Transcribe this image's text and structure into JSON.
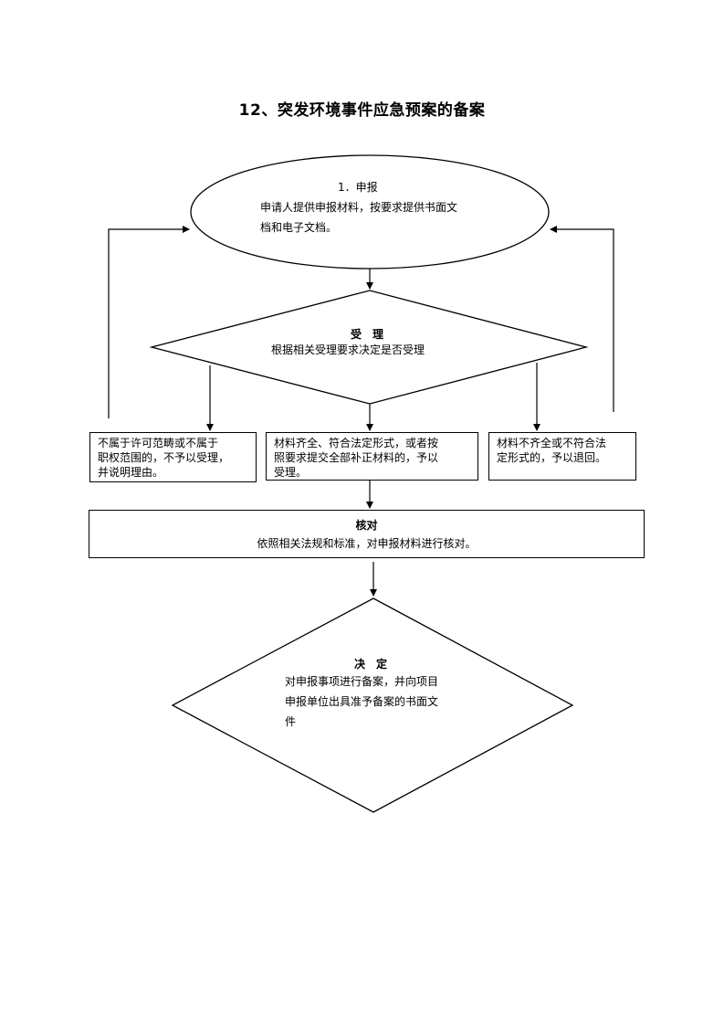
{
  "title": "12、突发环境事件应急预案的备案",
  "apply": {
    "heading": "1．申报",
    "line1": "申请人提供申报材料，按要求提供书面文",
    "line2": "档和电子文档。"
  },
  "accept": {
    "heading": "受　理",
    "text": "根据相关受理要求决定是否受理"
  },
  "reject_box": {
    "line1": "不属于许可范畴或不属于",
    "line2": "职权范围的，不予以受理，",
    "line3": "并说明理由。"
  },
  "accept_box": {
    "line1": "材料齐全、符合法定形式，或者按",
    "line2": "照要求提交全部补正材料的，予以",
    "line3": "受理。"
  },
  "return_box": {
    "line1": "材料不齐全或不符合法",
    "line2": "定形式的，予以退回。"
  },
  "verify": {
    "heading": "核对",
    "text": "依照相关法规和标准，对申报材料进行核对。"
  },
  "decision": {
    "heading": "决　定",
    "line1": "对申报事项进行备案，并向项目",
    "line2": "申报单位出具准予备案的书面文",
    "line3": "件"
  }
}
